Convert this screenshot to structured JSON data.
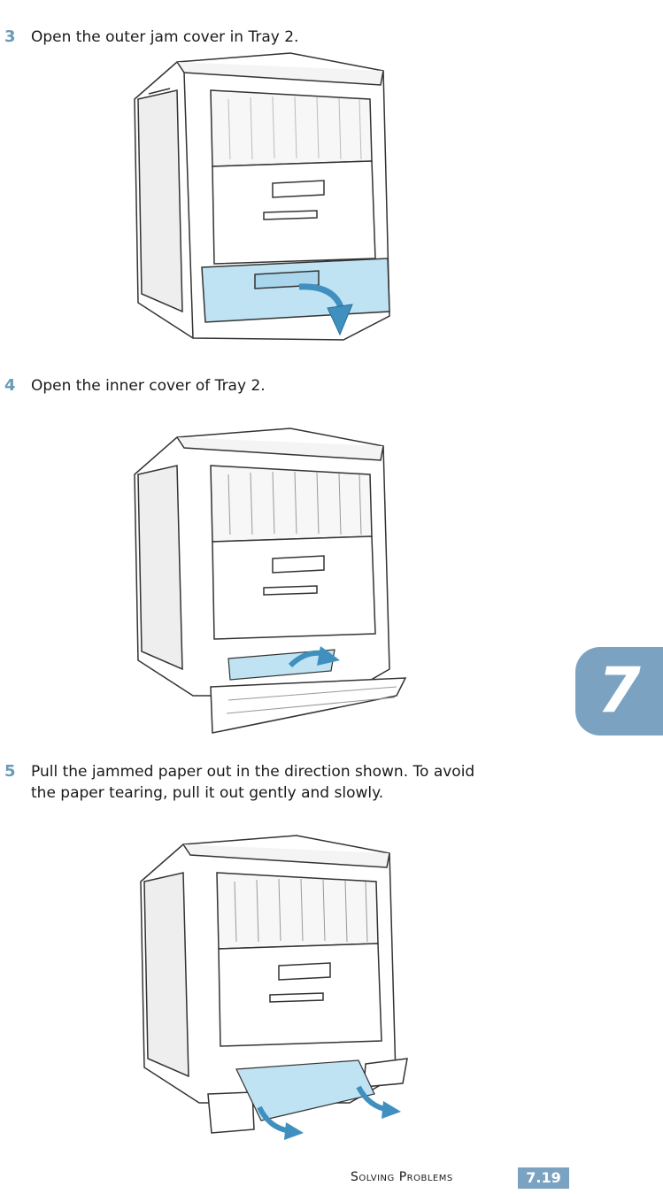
{
  "steps": [
    {
      "number": "3",
      "text": "Open the outer jam cover in Tray 2."
    },
    {
      "number": "4",
      "text": "Open the inner cover of Tray 2."
    },
    {
      "number": "5",
      "text": "Pull the jammed paper out in the direction shown. To avoid\nthe paper tearing, pull it out gently and slowly."
    }
  ],
  "chapter_tab": {
    "number": "7"
  },
  "footer": {
    "section": "Solving Problems",
    "page": "7.19"
  },
  "colors": {
    "accent": "#7ba3c1",
    "highlight": "#bfe3f3",
    "arrow": "#3f8fbf"
  }
}
